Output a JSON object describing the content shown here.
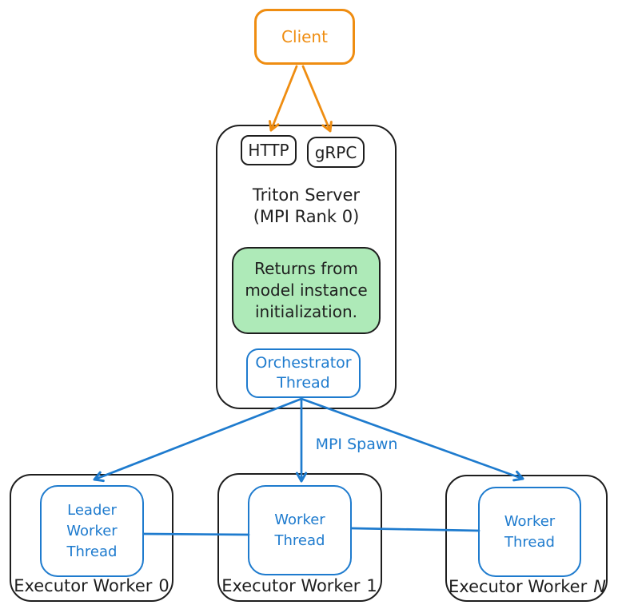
{
  "colors": {
    "stroke_black": "#1e1e1e",
    "accent_orange": "#ef8d11",
    "accent_blue": "#1e7bce",
    "note_green_bg": "#aeeab8"
  },
  "client": {
    "label": "Client"
  },
  "server": {
    "http": "HTTP",
    "grpc": "gRPC",
    "title": "Triton Server\n(MPI Rank 0)",
    "note": "Returns from\nmodel instance\ninitialization.",
    "orchestrator": "Orchestrator\nThread"
  },
  "edges": {
    "spawn_label": "MPI Spawn"
  },
  "workers": [
    {
      "thread": "Leader\nWorker\nThread",
      "label": "Executor Worker",
      "index": "0"
    },
    {
      "thread": "Worker\nThread",
      "label": "Executor Worker",
      "index": "1"
    },
    {
      "thread": "Worker\nThread",
      "label": "Executor Worker",
      "index": "N"
    }
  ]
}
